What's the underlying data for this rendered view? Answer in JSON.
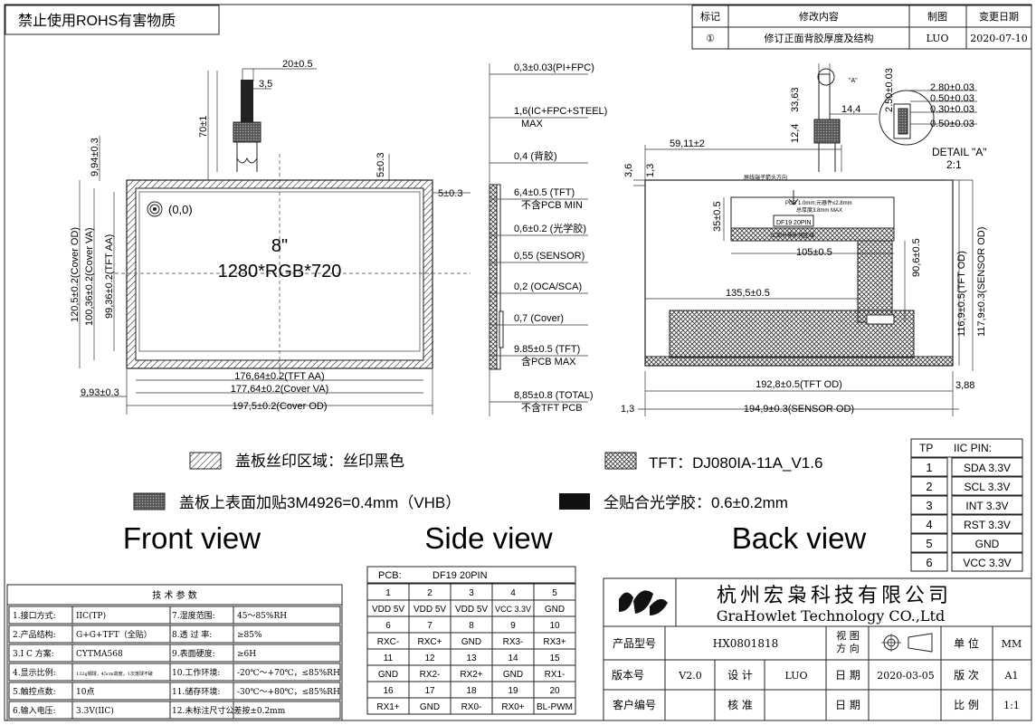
{
  "header": {
    "rohs_note": "禁止使用ROHS有害物质",
    "revision_table": {
      "headers": [
        "标记",
        "修改内容",
        "制图",
        "变更日期"
      ],
      "row": [
        "①",
        "修订正面背胶厚度及结构",
        "LUO",
        "2020-07-10"
      ]
    }
  },
  "front_view": {
    "title": "Front view",
    "size_label": "8\"",
    "resolution_label": "1280*RGB*720",
    "origin_label": "(0,0)",
    "dims": {
      "fpc_width": "20±0.5",
      "fpc_gap": "3,5",
      "fpc_length": "70±1",
      "top_offset": "9,94±0.3",
      "right_offset": "5±0.3",
      "side_gap": "5±0.3",
      "cover_od_h": "120,5±0.2(Cover OD)",
      "cover_va_h": "100,36±0.2(Cover VA)",
      "tft_aa_h": "99,36±0.2(TFT AA)",
      "tft_aa_w": "176,64±0.2(TFT AA)",
      "cover_va_w": "177,64±0.2(Cover VA)",
      "cover_od_w": "197,5±0.2(Cover OD)",
      "left_offset": "9,93±0.3"
    }
  },
  "side_view": {
    "title": "Side view",
    "labels": [
      {
        "main": "0,3±0.03(PI+FPC)",
        "sub": ""
      },
      {
        "main": "1,6(IC+FPC+STEEL)",
        "sub": "MAX"
      },
      {
        "main": "0,4 (背胶)",
        "sub": ""
      },
      {
        "main": "6,4±0.5 (TFT)",
        "sub": "不含PCB MIN"
      },
      {
        "main": "0,6±0.2 (光学胶)",
        "sub": ""
      },
      {
        "main": "0,55 (SENSOR)",
        "sub": ""
      },
      {
        "main": "0,2 (OCA/SCA)",
        "sub": ""
      },
      {
        "main": "0,7 (Cover)",
        "sub": ""
      },
      {
        "main": "9.85±0.5 (TFT)",
        "sub": "含PCB MAX"
      },
      {
        "main": "8,85±0.8 (TOTAL)",
        "sub": "不含TFT PCB"
      }
    ]
  },
  "back_view": {
    "title": "Back view",
    "detail_label": "DETAIL \"A\"",
    "detail_scale": "2:1",
    "detail_mark": "\"A\"",
    "detail_dims": [
      "2.80±0.03",
      "0.50±0.03",
      "0.30±0.03",
      "0.50±0.03"
    ],
    "detail_vertical": "2.50±0.03",
    "dims": {
      "fpc_len": "33,63",
      "fpc_w": "14,4",
      "fpc_base": "12,4",
      "top_left": "59,11±2",
      "left_a": "3,6",
      "left_b": "1,3",
      "pcb_h": "35±0.5",
      "pcb_w": "105±0.5",
      "conn_h": "90,6±0.5",
      "conn_w": "135,5±0.5",
      "tft_od_h": "116,9±0.5(TFT OD)",
      "sensor_od_h": "117,9±0.3(SENSOR OD)",
      "tft_od_w": "192,8±0.5(TFT OD)",
      "sensor_od_w": "194,9±0.3(SENSOR OD)",
      "left_c": "1,3",
      "right_c": "3,88"
    },
    "pcb_notes": [
      "PCB 1.0mm;元器件≤2.8mm",
      "总厚度3.8mm MAX"
    ],
    "connector_label": "DF19 20PIN",
    "small_notes": [
      "屏线端子箭头方向",
      "IC部分需补强区域"
    ]
  },
  "legend": {
    "silk": "盖板丝印区域：丝印黑色",
    "tft": "TFT：DJ080IA-11A_V1.6",
    "tape": "盖板上表面加贴3M4926=0.4mm（VHB）",
    "oca": "全贴合光学胶：0.6±0.2mm"
  },
  "tp_pins": {
    "header_left": "TP",
    "header_right": "IIC  PIN:",
    "rows": [
      [
        "1",
        "SDA 3.3V"
      ],
      [
        "2",
        "SCL 3.3V"
      ],
      [
        "3",
        "INT 3.3V"
      ],
      [
        "4",
        "RST 3.3V"
      ],
      [
        "5",
        "GND"
      ],
      [
        "6",
        "VCC 3.3V"
      ]
    ]
  },
  "tech_params": {
    "title": "技  术  参  数",
    "rows": [
      [
        "1.接口方式:",
        "IIC(TP)",
        "7.湿度范围:",
        "45～85%RH"
      ],
      [
        "2.产品结构:",
        "G+G+TFT（全贴）",
        "8.透 过 率:",
        "≥85%"
      ],
      [
        "3.I C 方案:",
        "CYTMA568",
        "9.表面硬度:",
        "≥6H"
      ],
      [
        "4.显示比例:",
        "132g钢球，45cm高度，1次落球不破",
        "10.工作环境:",
        "-20℃～+70℃，≤85%RH"
      ],
      [
        "5.触控点数:",
        "10点",
        "11.储存环境:",
        "-30℃～+80℃，≤85%RH"
      ],
      [
        "6.输入电压:",
        "3.3V(IIC)",
        "12.未标注尺寸公差按±0.2mm",
        ""
      ]
    ]
  },
  "pcb_pins": {
    "label": "PCB:",
    "connector": "DF19 20PIN",
    "rows": [
      [
        "1",
        "2",
        "3",
        "4",
        "5"
      ],
      [
        "VDD 5V",
        "VDD 5V",
        "VDD 5V",
        "VCC 3.3V",
        "GND"
      ],
      [
        "6",
        "7",
        "8",
        "9",
        "10"
      ],
      [
        "RXC-",
        "RXC+",
        "GND",
        "RX3-",
        "RX3+"
      ],
      [
        "11",
        "12",
        "13",
        "14",
        "15"
      ],
      [
        "GND",
        "RX2-",
        "RX2+",
        "GND",
        "RX1-"
      ],
      [
        "16",
        "17",
        "18",
        "19",
        "20"
      ],
      [
        "RX1+",
        "GND",
        "RX0-",
        "RX0+",
        "BL-PWM"
      ]
    ]
  },
  "title_block": {
    "company_cn": "杭州宏枭科技有限公司",
    "company_en": "GraHowlet Technology CO.,Ltd",
    "model_label": "产品型号",
    "model_value": "HX0801818",
    "view_dir_label": "视 图\n方 向",
    "unit_label": "单 位",
    "unit_value": "MM",
    "version_label": "版本号",
    "version_value": "V2.0",
    "design_label": "设  计",
    "design_value": "LUO",
    "date_label": "日  期",
    "date_value": "2020-03-05",
    "rev_label": "版 次",
    "rev_value": "A1",
    "customer_label": "客户编号",
    "approve_label": "核  准",
    "date2_label": "日  期",
    "scale_label": "比 例",
    "scale_value": "1:1"
  }
}
